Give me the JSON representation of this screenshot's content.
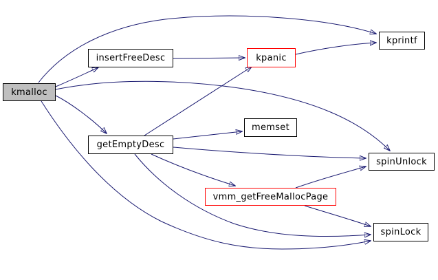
{
  "diagram": {
    "type": "call-graph",
    "root_function": "kmalloc",
    "colors": {
      "edge": "#191970",
      "node_border": "#000000",
      "truncated_node_border": "#ff0000",
      "root_node_fill": "#bfbfbf",
      "node_fill": "#ffffff",
      "background": "#ffffff",
      "text": "#000000"
    },
    "nodes": [
      {
        "label": "kmalloc",
        "style": "root",
        "border_color": "#000000",
        "fill": "#bfbfbf"
      },
      {
        "label": "insertFreeDesc",
        "style": "normal",
        "border_color": "#000000",
        "fill": "#ffffff"
      },
      {
        "label": "kpanic",
        "style": "truncated",
        "border_color": "#ff0000",
        "fill": "#ffffff"
      },
      {
        "label": "kprintf",
        "style": "normal",
        "border_color": "#000000",
        "fill": "#ffffff"
      },
      {
        "label": "getEmptyDesc",
        "style": "normal",
        "border_color": "#000000",
        "fill": "#ffffff"
      },
      {
        "label": "memset",
        "style": "normal",
        "border_color": "#000000",
        "fill": "#ffffff"
      },
      {
        "label": "spinUnlock",
        "style": "normal",
        "border_color": "#000000",
        "fill": "#ffffff"
      },
      {
        "label": "vmm_getFreeMallocPage",
        "style": "truncated",
        "border_color": "#ff0000",
        "fill": "#ffffff"
      },
      {
        "label": "spinLock",
        "style": "normal",
        "border_color": "#000000",
        "fill": "#ffffff"
      }
    ],
    "edges": [
      {
        "from": "kmalloc",
        "to": "kprintf"
      },
      {
        "from": "kmalloc",
        "to": "insertFreeDesc"
      },
      {
        "from": "kmalloc",
        "to": "getEmptyDesc"
      },
      {
        "from": "kmalloc",
        "to": "spinUnlock"
      },
      {
        "from": "kmalloc",
        "to": "spinLock"
      },
      {
        "from": "insertFreeDesc",
        "to": "kpanic"
      },
      {
        "from": "kpanic",
        "to": "kprintf"
      },
      {
        "from": "getEmptyDesc",
        "to": "kpanic"
      },
      {
        "from": "getEmptyDesc",
        "to": "memset"
      },
      {
        "from": "getEmptyDesc",
        "to": "spinUnlock"
      },
      {
        "from": "getEmptyDesc",
        "to": "vmm_getFreeMallocPage"
      },
      {
        "from": "getEmptyDesc",
        "to": "spinLock"
      },
      {
        "from": "vmm_getFreeMallocPage",
        "to": "spinUnlock"
      },
      {
        "from": "vmm_getFreeMallocPage",
        "to": "spinLock"
      }
    ]
  }
}
